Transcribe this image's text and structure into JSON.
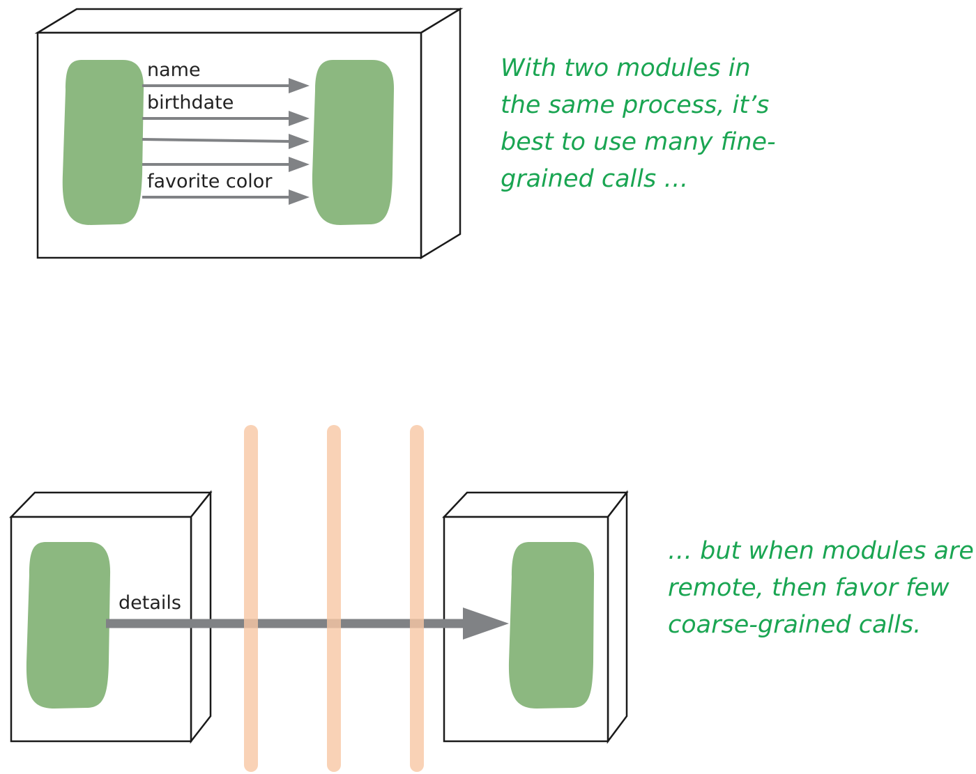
{
  "local_scenario": {
    "calls": [
      {
        "label": "name"
      },
      {
        "label": "birthdate"
      },
      {
        "label": ""
      },
      {
        "label": ""
      },
      {
        "label": "favorite color"
      }
    ],
    "caption_lines": [
      "With two modules in",
      "the same process, it’s",
      "best to use many fine-",
      "grained calls …"
    ]
  },
  "remote_scenario": {
    "call_label": "details",
    "network_barrier_count": 3,
    "caption_lines": [
      "… but when modules are",
      "remote, then favor few",
      "coarse-grained calls."
    ]
  },
  "colors": {
    "module": "#8cb880",
    "arrow": "#808285",
    "barrier": "#f7c7a4",
    "caption": "#1aa552",
    "box_stroke": "#1a1a1a"
  },
  "icons": {
    "module": "rounded-rectangle",
    "process": "3d-box",
    "network_barrier": "vertical-bar"
  }
}
